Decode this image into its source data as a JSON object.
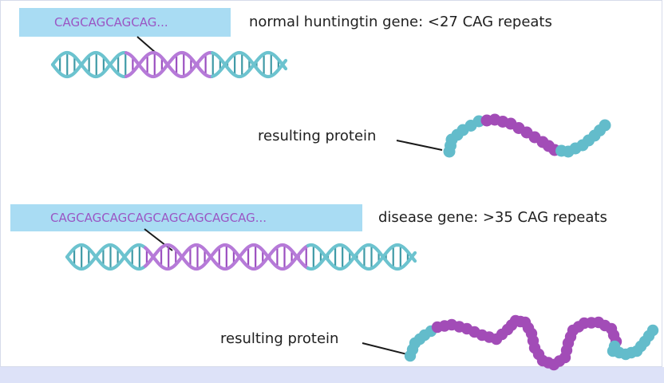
{
  "normal": {
    "sequence": "CAGCAGCAGCAG...",
    "caption": "normal huntingtin gene: <27 CAG repeats",
    "protein_label": "resulting protein"
  },
  "disease": {
    "sequence": "CAGCAGCAGCAGCAGCAGCAGCAG...",
    "caption": "disease gene: >35 CAG repeats",
    "protein_label": "resulting protein"
  },
  "colors": {
    "dna_teal": "#6cc3cf",
    "dna_teal_dark": "#3f9aa6",
    "cag_purple": "#b67ad8",
    "cag_purple_dark": "#9b4fc0",
    "protein_teal": "#63bccb",
    "protein_purple": "#a24cb7",
    "sequence_box": "#a9dcf3"
  }
}
